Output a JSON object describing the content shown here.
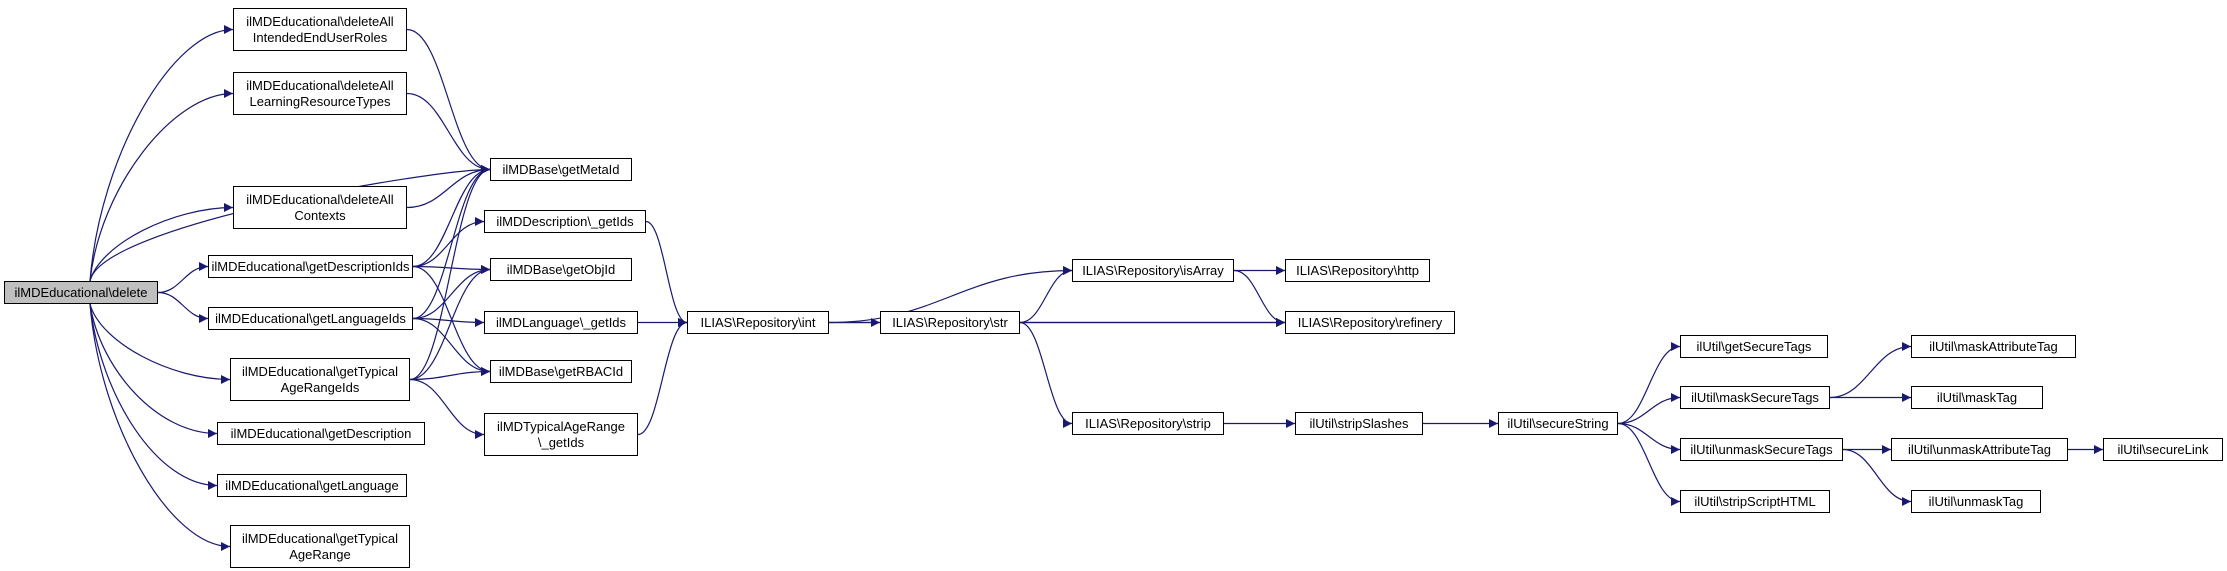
{
  "diagram": {
    "type": "call-graph",
    "colors": {
      "edge": "#191970",
      "node_border": "#000000",
      "node_fill": "#ffffff",
      "root_fill": "#bfbfbf"
    },
    "nodes": [
      {
        "id": "delete",
        "lines": [
          "ilMDEducational\\delete"
        ],
        "root": true
      },
      {
        "id": "delAllIntended",
        "lines": [
          "ilMDEducational\\deleteAll",
          "IntendedEndUserRoles"
        ]
      },
      {
        "id": "delAllLearning",
        "lines": [
          "ilMDEducational\\deleteAll",
          "LearningResourceTypes"
        ]
      },
      {
        "id": "delAllContexts",
        "lines": [
          "ilMDEducational\\deleteAll",
          "Contexts"
        ]
      },
      {
        "id": "getDescIds",
        "lines": [
          "ilMDEducational\\getDescriptionIds"
        ]
      },
      {
        "id": "getLangIds",
        "lines": [
          "ilMDEducational\\getLanguageIds"
        ]
      },
      {
        "id": "getTypAgeIds",
        "lines": [
          "ilMDEducational\\getTypical",
          "AgeRangeIds"
        ]
      },
      {
        "id": "getDesc",
        "lines": [
          "ilMDEducational\\getDescription"
        ]
      },
      {
        "id": "getLang",
        "lines": [
          "ilMDEducational\\getLanguage"
        ]
      },
      {
        "id": "getTypAge",
        "lines": [
          "ilMDEducational\\getTypical",
          "AgeRange"
        ]
      },
      {
        "id": "getMetaId",
        "lines": [
          "ilMDBase\\getMetaId"
        ]
      },
      {
        "id": "descGetIds",
        "lines": [
          "ilMDDescription\\_getIds"
        ]
      },
      {
        "id": "getObjId",
        "lines": [
          "ilMDBase\\getObjId"
        ]
      },
      {
        "id": "langGetIds",
        "lines": [
          "ilMDLanguage\\_getIds"
        ]
      },
      {
        "id": "getRBACId",
        "lines": [
          "ilMDBase\\getRBACId"
        ]
      },
      {
        "id": "typAgeGetIds",
        "lines": [
          "ilMDTypicalAgeRange",
          "\\_getIds"
        ]
      },
      {
        "id": "repoInt",
        "lines": [
          "ILIAS\\Repository\\int"
        ]
      },
      {
        "id": "repoStr",
        "lines": [
          "ILIAS\\Repository\\str"
        ]
      },
      {
        "id": "repoIsArray",
        "lines": [
          "ILIAS\\Repository\\isArray"
        ]
      },
      {
        "id": "repoHttp",
        "lines": [
          "ILIAS\\Repository\\http"
        ]
      },
      {
        "id": "repoRefinery",
        "lines": [
          "ILIAS\\Repository\\refinery"
        ]
      },
      {
        "id": "repoStrip",
        "lines": [
          "ILIAS\\Repository\\strip"
        ]
      },
      {
        "id": "stripSlashes",
        "lines": [
          "ilUtil\\stripSlashes"
        ]
      },
      {
        "id": "secureString",
        "lines": [
          "ilUtil\\secureString"
        ]
      },
      {
        "id": "getSecureTags",
        "lines": [
          "ilUtil\\getSecureTags"
        ]
      },
      {
        "id": "maskSecureTags",
        "lines": [
          "ilUtil\\maskSecureTags"
        ]
      },
      {
        "id": "unmaskSecureTags",
        "lines": [
          "ilUtil\\unmaskSecureTags"
        ]
      },
      {
        "id": "stripScriptHTML",
        "lines": [
          "ilUtil\\stripScriptHTML"
        ]
      },
      {
        "id": "maskAttributeTag",
        "lines": [
          "ilUtil\\maskAttributeTag"
        ]
      },
      {
        "id": "maskTag",
        "lines": [
          "ilUtil\\maskTag"
        ]
      },
      {
        "id": "unmaskAttributeTag",
        "lines": [
          "ilUtil\\unmaskAttributeTag"
        ]
      },
      {
        "id": "unmaskTag",
        "lines": [
          "ilUtil\\unmaskTag"
        ]
      },
      {
        "id": "secureLink",
        "lines": [
          "ilUtil\\secureLink"
        ]
      }
    ],
    "edges": [
      [
        "delete",
        "delAllIntended"
      ],
      [
        "delete",
        "delAllLearning"
      ],
      [
        "delete",
        "getMetaId"
      ],
      [
        "delete",
        "delAllContexts"
      ],
      [
        "delete",
        "getDescIds"
      ],
      [
        "delete",
        "getLangIds"
      ],
      [
        "delete",
        "getTypAgeIds"
      ],
      [
        "delete",
        "getDesc"
      ],
      [
        "delete",
        "getLang"
      ],
      [
        "delete",
        "getTypAge"
      ],
      [
        "delAllIntended",
        "getMetaId"
      ],
      [
        "delAllLearning",
        "getMetaId"
      ],
      [
        "delAllContexts",
        "getMetaId"
      ],
      [
        "getDescIds",
        "getMetaId"
      ],
      [
        "getDescIds",
        "descGetIds"
      ],
      [
        "getDescIds",
        "getObjId"
      ],
      [
        "getDescIds",
        "getRBACId"
      ],
      [
        "getLangIds",
        "getMetaId"
      ],
      [
        "getLangIds",
        "getObjId"
      ],
      [
        "getLangIds",
        "langGetIds"
      ],
      [
        "getLangIds",
        "getRBACId"
      ],
      [
        "getTypAgeIds",
        "getMetaId"
      ],
      [
        "getTypAgeIds",
        "getObjId"
      ],
      [
        "getTypAgeIds",
        "getRBACId"
      ],
      [
        "getTypAgeIds",
        "typAgeGetIds"
      ],
      [
        "descGetIds",
        "repoInt"
      ],
      [
        "langGetIds",
        "repoInt"
      ],
      [
        "typAgeGetIds",
        "repoInt"
      ],
      [
        "repoInt",
        "repoIsArray"
      ],
      [
        "repoInt",
        "repoStr"
      ],
      [
        "repoInt",
        "repoRefinery"
      ],
      [
        "repoStr",
        "repoIsArray"
      ],
      [
        "repoStr",
        "repoRefinery"
      ],
      [
        "repoStr",
        "repoStrip"
      ],
      [
        "repoIsArray",
        "repoHttp"
      ],
      [
        "repoIsArray",
        "repoRefinery"
      ],
      [
        "repoStrip",
        "stripSlashes"
      ],
      [
        "stripSlashes",
        "secureString"
      ],
      [
        "secureString",
        "getSecureTags"
      ],
      [
        "secureString",
        "maskSecureTags"
      ],
      [
        "secureString",
        "unmaskSecureTags"
      ],
      [
        "secureString",
        "stripScriptHTML"
      ],
      [
        "maskSecureTags",
        "maskAttributeTag"
      ],
      [
        "maskSecureTags",
        "maskTag"
      ],
      [
        "unmaskSecureTags",
        "unmaskAttributeTag"
      ],
      [
        "unmaskSecureTags",
        "unmaskTag"
      ],
      [
        "unmaskAttributeTag",
        "secureLink"
      ]
    ]
  }
}
